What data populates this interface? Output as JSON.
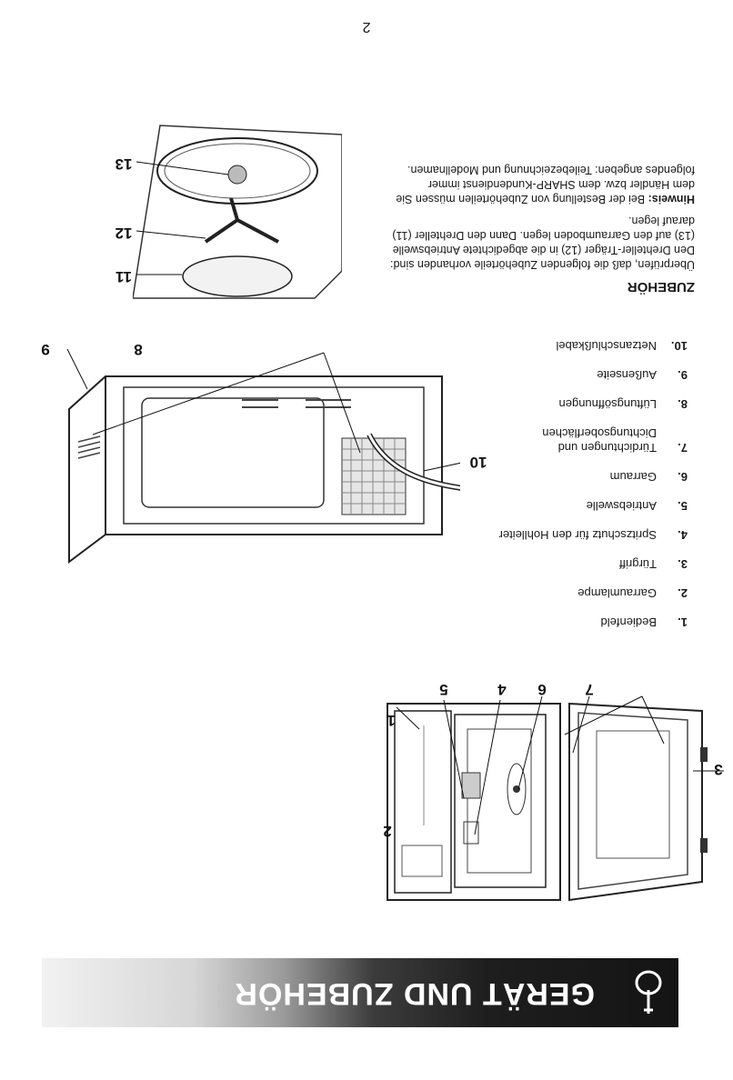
{
  "header": {
    "title": "GERÄT UND ZUBEHÖR",
    "icon": "microwave-info-icon"
  },
  "figure_front": {
    "callouts": [
      "1",
      "2",
      "3",
      "4",
      "5",
      "6",
      "7"
    ]
  },
  "figure_back": {
    "callouts": [
      "8",
      "9",
      "10"
    ]
  },
  "figure_accessories": {
    "callouts": [
      "11",
      "12",
      "13"
    ]
  },
  "legend": [
    {
      "num": "1.",
      "text": "Bedienfeld"
    },
    {
      "num": "2.",
      "text": "Garraumlampe"
    },
    {
      "num": "3.",
      "text": "Türgriff"
    },
    {
      "num": "4.",
      "text": "Spritzschutz für den Hohlleiter"
    },
    {
      "num": "5.",
      "text": "Antriebswelle"
    },
    {
      "num": "6.",
      "text": "Garraum"
    },
    {
      "num": "7.",
      "text": "Türdichtungen und Dichtungsoberflächen"
    },
    {
      "num": "8.",
      "text": "Lüftungsöffnungen"
    },
    {
      "num": "9.",
      "text": "Außenseite"
    },
    {
      "num": "10.",
      "text": "Netzanschlußkabel"
    }
  ],
  "accessories": {
    "title": "ZUBEHÖR",
    "body": "Überprüfen, daß die folgenden Zubehörteile vorhanden sind: Den Drehteller-Träger (12) in die abgedichtete Antriebswelle (13) auf den Garraumboden legen. Dann den Drehteller (11) darauf legen.",
    "note_label": "Hinweis:",
    "note_text": " Bei der Bestellung von Zubehörteilen müssen Sie dem Händler bzw. dem SHARP-Kundendienst immer folgendes angeben: Teilebezeichnung und Modellnamen."
  },
  "page_number": "2"
}
